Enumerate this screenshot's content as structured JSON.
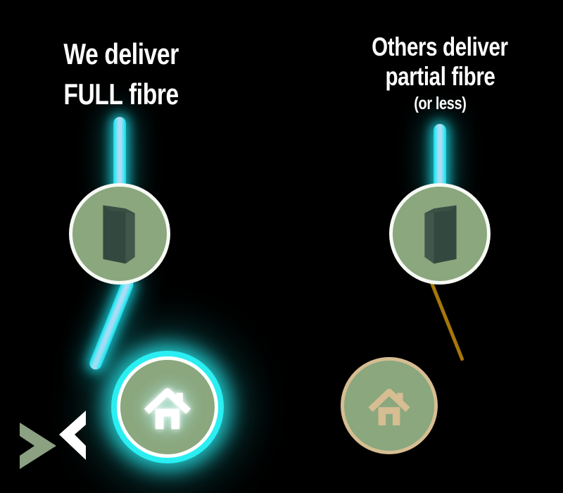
{
  "background_color": "#000000",
  "left_panel": {
    "headline_line1": "We deliver",
    "headline_line2": "FULL fibre",
    "cabinet_icon": "street-cabinet-icon",
    "house_icon": "house-icon"
  },
  "right_panel": {
    "headline_line1": "Others deliver",
    "headline_line2": "partial fibre",
    "headline_line3": "(or less)",
    "cabinet_icon": "street-cabinet-icon",
    "house_icon": "house-icon"
  },
  "icons": {
    "cabinet": "street-cabinet-icon",
    "house": "house-icon",
    "logo": "crossed-chevrons-logo"
  },
  "colors": {
    "headline_text": "#FFFFFF",
    "fibre_glow_cyan": "#2BEDF2",
    "fibre_line_core": "#ABDCF6",
    "circle_sage_green": "#8AA77E",
    "circle_border_white": "#F7F9F4",
    "partial_tan": "#D6BD92",
    "copper_line": "#A57808",
    "cabinet_front": "#33483E",
    "cabinet_side": "#42574B",
    "cabinet_top": "#3B5045",
    "logo_green": "#8BA182",
    "logo_white": "#FFFFFF"
  }
}
